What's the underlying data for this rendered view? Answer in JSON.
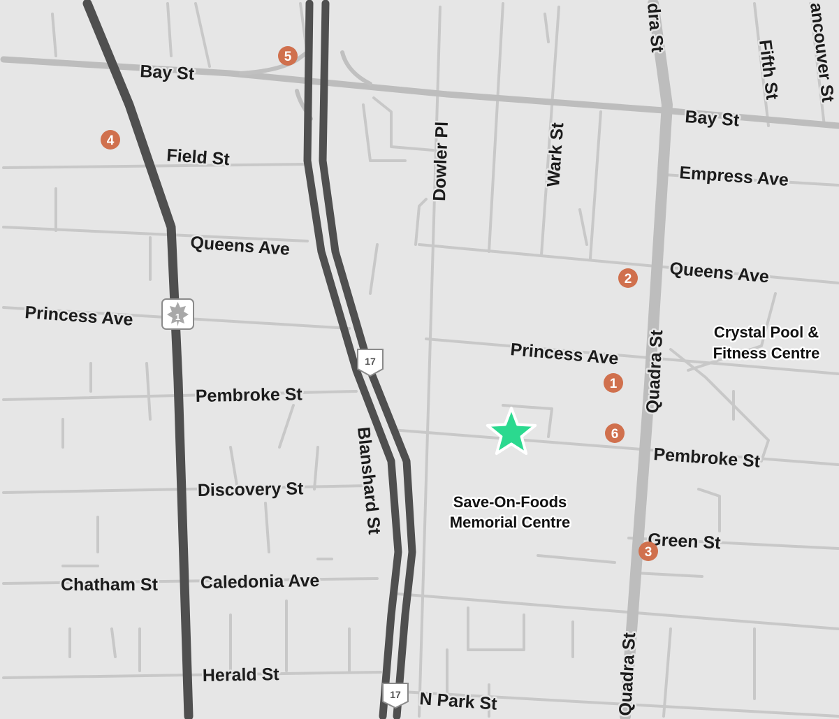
{
  "colors": {
    "background": "#e6e6e6",
    "minor_road": "#c8c8c8",
    "major_road": "#bdbdbd",
    "highway": "#4f4f4f",
    "marker": "#d0704d",
    "star": "#2bd98f"
  },
  "streets": {
    "bay_st_left": "Bay St",
    "bay_st_right": "Bay St",
    "field_st": "Field St",
    "queens_ave_left": "Queens Ave",
    "queens_ave_right": "Queens Ave",
    "princess_ave_left": "Princess Ave",
    "princess_ave_right": "Princess Ave",
    "pembroke_st_left": "Pembroke St",
    "pembroke_st_right": "Pembroke St",
    "discovery_st": "Discovery St",
    "chatham_st": "Chatham St",
    "caledonia_ave": "Caledonia Ave",
    "herald_st": "Herald St",
    "n_park_st": "N Park St",
    "green_st": "Green St",
    "empress_ave": "Empress Ave",
    "dowler_pl": "Dowler Pl",
    "wark_st": "Wark St",
    "blanshard_st": "Blanshard St",
    "quadra_st_top": "dra St",
    "quadra_st_mid": "Quadra St",
    "quadra_st_bottom": "Quadra St",
    "fifth_st": "Fifth St",
    "vancouver_st": "ancouver St"
  },
  "pois": {
    "crystal_pool_line1": "Crystal Pool &",
    "crystal_pool_line2": "Fitness Centre",
    "save_on_foods_line1": "Save-On-Foods",
    "save_on_foods_line2": "Memorial Centre"
  },
  "shields": {
    "hwy1": "1",
    "hwy17_mid": "17",
    "hwy17_bottom": "17"
  },
  "markers": [
    "1",
    "2",
    "3",
    "4",
    "5",
    "6"
  ]
}
